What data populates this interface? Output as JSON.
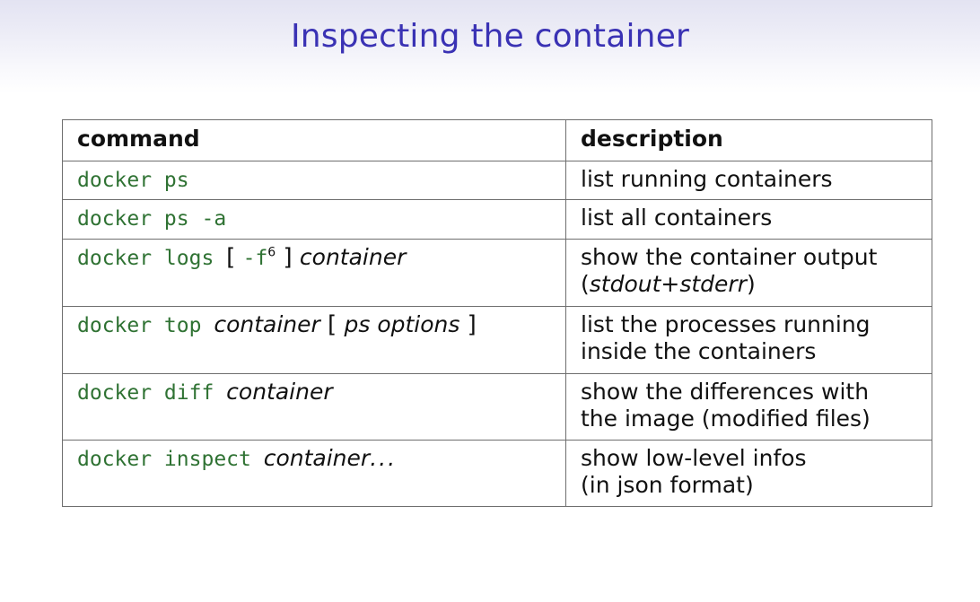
{
  "slide": {
    "title": "Inspecting the container",
    "title_color": "#3a32b4",
    "command_color": "#2f7233",
    "text_color": "#111111",
    "border_color": "#6e6e6e",
    "background_top": "#e3e3f2",
    "background_bottom": "#ffffff"
  },
  "table": {
    "headers": {
      "command": "command",
      "description": "description"
    },
    "rows": [
      {
        "id": "docker-ps",
        "command_parts": [
          {
            "type": "cmd",
            "text": "docker ps"
          }
        ],
        "command_plain": "docker ps",
        "description_lines": [
          [
            {
              "type": "up",
              "text": "list running containers"
            }
          ]
        ],
        "description_plain": "list running containers",
        "lines": 1
      },
      {
        "id": "docker-ps-a",
        "command_parts": [
          {
            "type": "cmd",
            "text": "docker ps -a"
          }
        ],
        "command_plain": "docker ps -a",
        "description_lines": [
          [
            {
              "type": "up",
              "text": "list all containers"
            }
          ]
        ],
        "description_plain": "list all containers",
        "lines": 1
      },
      {
        "id": "docker-logs",
        "command_parts": [
          {
            "type": "cmd",
            "text": "docker logs "
          },
          {
            "type": "brk",
            "text": "[ "
          },
          {
            "type": "cmd",
            "text": "-f"
          },
          {
            "type": "sup",
            "text": "6"
          },
          {
            "type": "brk",
            "text": " ] "
          },
          {
            "type": "arg",
            "text": "container"
          }
        ],
        "command_plain": "docker logs [ -f6 ] container",
        "description_lines": [
          [
            {
              "type": "up",
              "text": "show the container output"
            }
          ],
          [
            {
              "type": "up",
              "text": "("
            },
            {
              "type": "it",
              "text": "stdout+stderr"
            },
            {
              "type": "up",
              "text": ")"
            }
          ]
        ],
        "description_plain": "show the container output (stdout+stderr)",
        "lines": 2
      },
      {
        "id": "docker-top",
        "command_parts": [
          {
            "type": "cmd",
            "text": "docker top "
          },
          {
            "type": "arg",
            "text": "container"
          },
          {
            "type": "brk",
            "text": " [ "
          },
          {
            "type": "arg",
            "text": "ps options"
          },
          {
            "type": "brk",
            "text": "  ]"
          }
        ],
        "command_plain": "docker top container [ ps options ]",
        "description_lines": [
          [
            {
              "type": "up",
              "text": "list the processes running"
            }
          ],
          [
            {
              "type": "up",
              "text": "inside the containers"
            }
          ]
        ],
        "description_plain": "list the processes running inside the containers",
        "lines": 2
      },
      {
        "id": "docker-diff",
        "command_parts": [
          {
            "type": "cmd",
            "text": "docker diff "
          },
          {
            "type": "arg",
            "text": "container"
          }
        ],
        "command_plain": "docker diff container",
        "description_lines": [
          [
            {
              "type": "up",
              "text": "show the differences with"
            }
          ],
          [
            {
              "type": "up",
              "text": "the image (modified files)"
            }
          ]
        ],
        "description_plain": "show the differences with the image (modified files)",
        "lines": 2
      },
      {
        "id": "docker-inspect",
        "command_parts": [
          {
            "type": "cmd",
            "text": "docker inspect "
          },
          {
            "type": "arg",
            "text": "container"
          },
          {
            "type": "ell",
            "text": "..."
          }
        ],
        "command_plain": "docker inspect container...",
        "description_lines": [
          [
            {
              "type": "up",
              "text": "show low-level infos"
            }
          ],
          [
            {
              "type": "up",
              "text": "(in json format)"
            }
          ]
        ],
        "description_plain": "show low-level infos (in json format)",
        "lines": 2
      }
    ]
  },
  "footnote": {
    "marker": "6"
  }
}
